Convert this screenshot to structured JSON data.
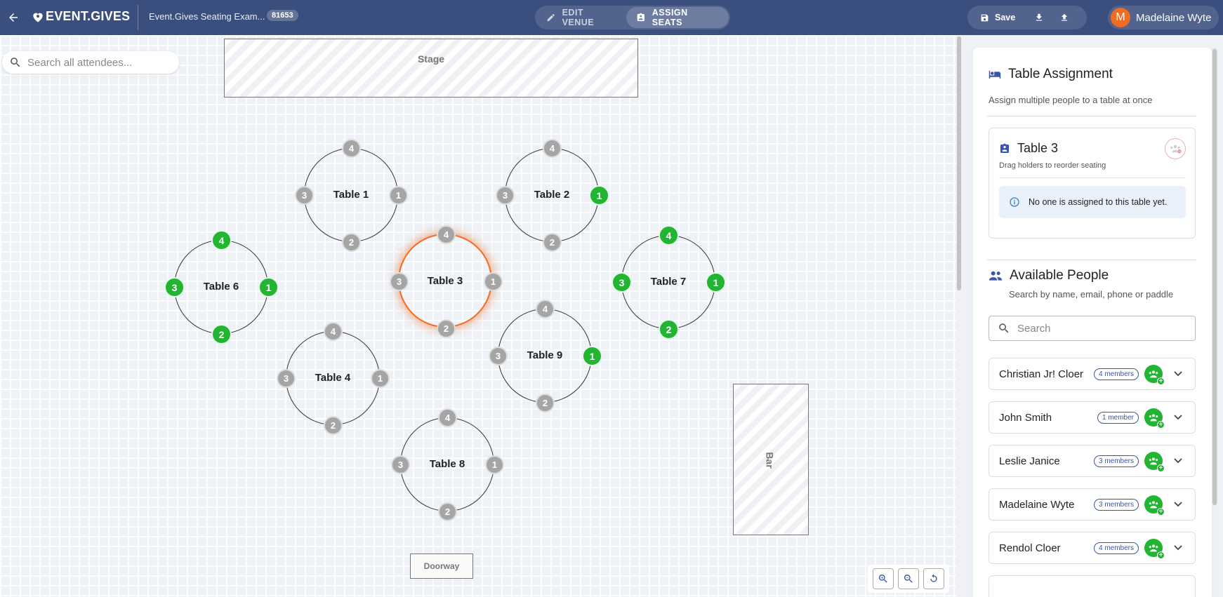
{
  "header": {
    "logo": "EVENT.GIVES",
    "event_name": "Event.Gives Seating Exam...",
    "event_id": "81653",
    "modes": [
      {
        "label": "EDIT VENUE",
        "active": false
      },
      {
        "label": "ASSIGN SEATS",
        "active": true
      }
    ],
    "save_label": "Save",
    "user": {
      "initial": "M",
      "name": "Madelaine Wyte",
      "avatar_color": "#f26b21"
    },
    "bg_color": "#3b4f7e"
  },
  "canvas": {
    "search_placeholder": "Search all attendees...",
    "stage_label": "Stage",
    "bar_label": "Bar",
    "doorway_label": "Doorway",
    "colors": {
      "seat_taken": "#22b532",
      "seat_free": "#a5a5a5",
      "selected": "#f26b21"
    },
    "tables": [
      {
        "name": "Table 1",
        "seats": {
          "top": "4",
          "right": "1",
          "bottom": "2",
          "left": "3"
        },
        "taken": []
      },
      {
        "name": "Table 2",
        "seats": {
          "top": "4",
          "right": "1",
          "bottom": "2",
          "left": "3"
        },
        "taken": [
          "1"
        ]
      },
      {
        "name": "Table 6",
        "seats": {
          "top": "4",
          "right": "1",
          "bottom": "2",
          "left": "3"
        },
        "taken": [
          "1",
          "2",
          "3",
          "4"
        ]
      },
      {
        "name": "Table 3",
        "seats": {
          "top": "4",
          "right": "1",
          "bottom": "2",
          "left": "3"
        },
        "taken": [],
        "selected": true
      },
      {
        "name": "Table 7",
        "seats": {
          "top": "4",
          "right": "1",
          "bottom": "2",
          "left": "3"
        },
        "taken": [
          "1",
          "2",
          "3",
          "4"
        ]
      },
      {
        "name": "Table 4",
        "seats": {
          "top": "4",
          "right": "1",
          "bottom": "2",
          "left": "3"
        },
        "taken": []
      },
      {
        "name": "Table 9",
        "seats": {
          "top": "4",
          "right": "1",
          "bottom": "2",
          "left": "3"
        },
        "taken": [
          "1"
        ]
      },
      {
        "name": "Table 8",
        "seats": {
          "top": "4",
          "right": "1",
          "bottom": "2",
          "left": "3"
        },
        "taken": []
      }
    ],
    "zoom_controls": [
      "zoom-in-icon",
      "zoom-out-icon",
      "reset-icon"
    ]
  },
  "panel": {
    "title": "Table Assignment",
    "subtitle": "Assign multiple people to a table at once",
    "table_card": {
      "title": "Table 3",
      "subtitle": "Drag holders to reorder seating",
      "notice": "No one is assigned to this table yet."
    },
    "people_title": "Available People",
    "people_subtitle": "Search by name, email, phone or paddle",
    "search_placeholder": "Search",
    "people": [
      {
        "name": "Christian Jr! Cloer",
        "badge": "4 members"
      },
      {
        "name": "John Smith",
        "badge": "1 member"
      },
      {
        "name": "Leslie Janice",
        "badge": "3 members"
      },
      {
        "name": "Madelaine Wyte",
        "badge": "3 members"
      },
      {
        "name": "Rendol Cloer",
        "badge": "4 members"
      }
    ]
  }
}
